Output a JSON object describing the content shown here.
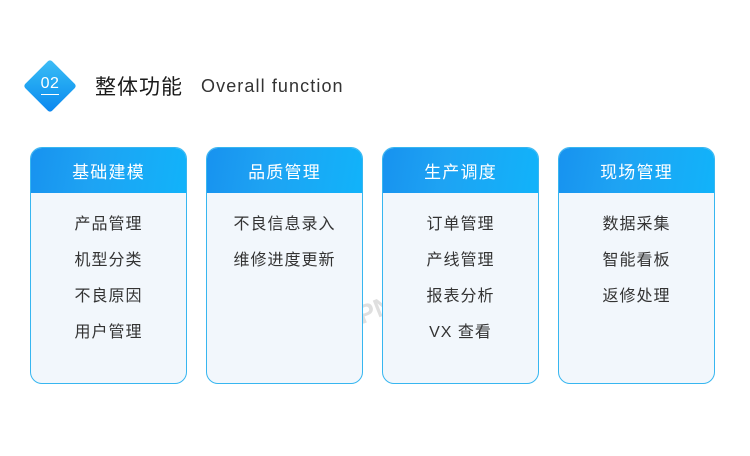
{
  "page": {
    "background_color": "#ffffff",
    "accent_color": "#12a6f2",
    "card_border_color": "#37b6f0",
    "card_body_color": "#f2f7fc"
  },
  "section": {
    "badge_number": "02",
    "title_cn": "整体功能",
    "title_en": "Overall function"
  },
  "watermark": {
    "text": "SUNPN讯鹏",
    "color": "#dfdfdf"
  },
  "cards": [
    {
      "title": "基础建模",
      "items": [
        "产品管理",
        "机型分类",
        "不良原因",
        "用户管理"
      ]
    },
    {
      "title": "品质管理",
      "items": [
        "不良信息录入",
        "维修进度更新"
      ]
    },
    {
      "title": "生产调度",
      "items": [
        "订单管理",
        "产线管理",
        "报表分析",
        "VX 查看"
      ]
    },
    {
      "title": "现场管理",
      "items": [
        "数据采集",
        "智能看板",
        "返修处理"
      ]
    }
  ]
}
